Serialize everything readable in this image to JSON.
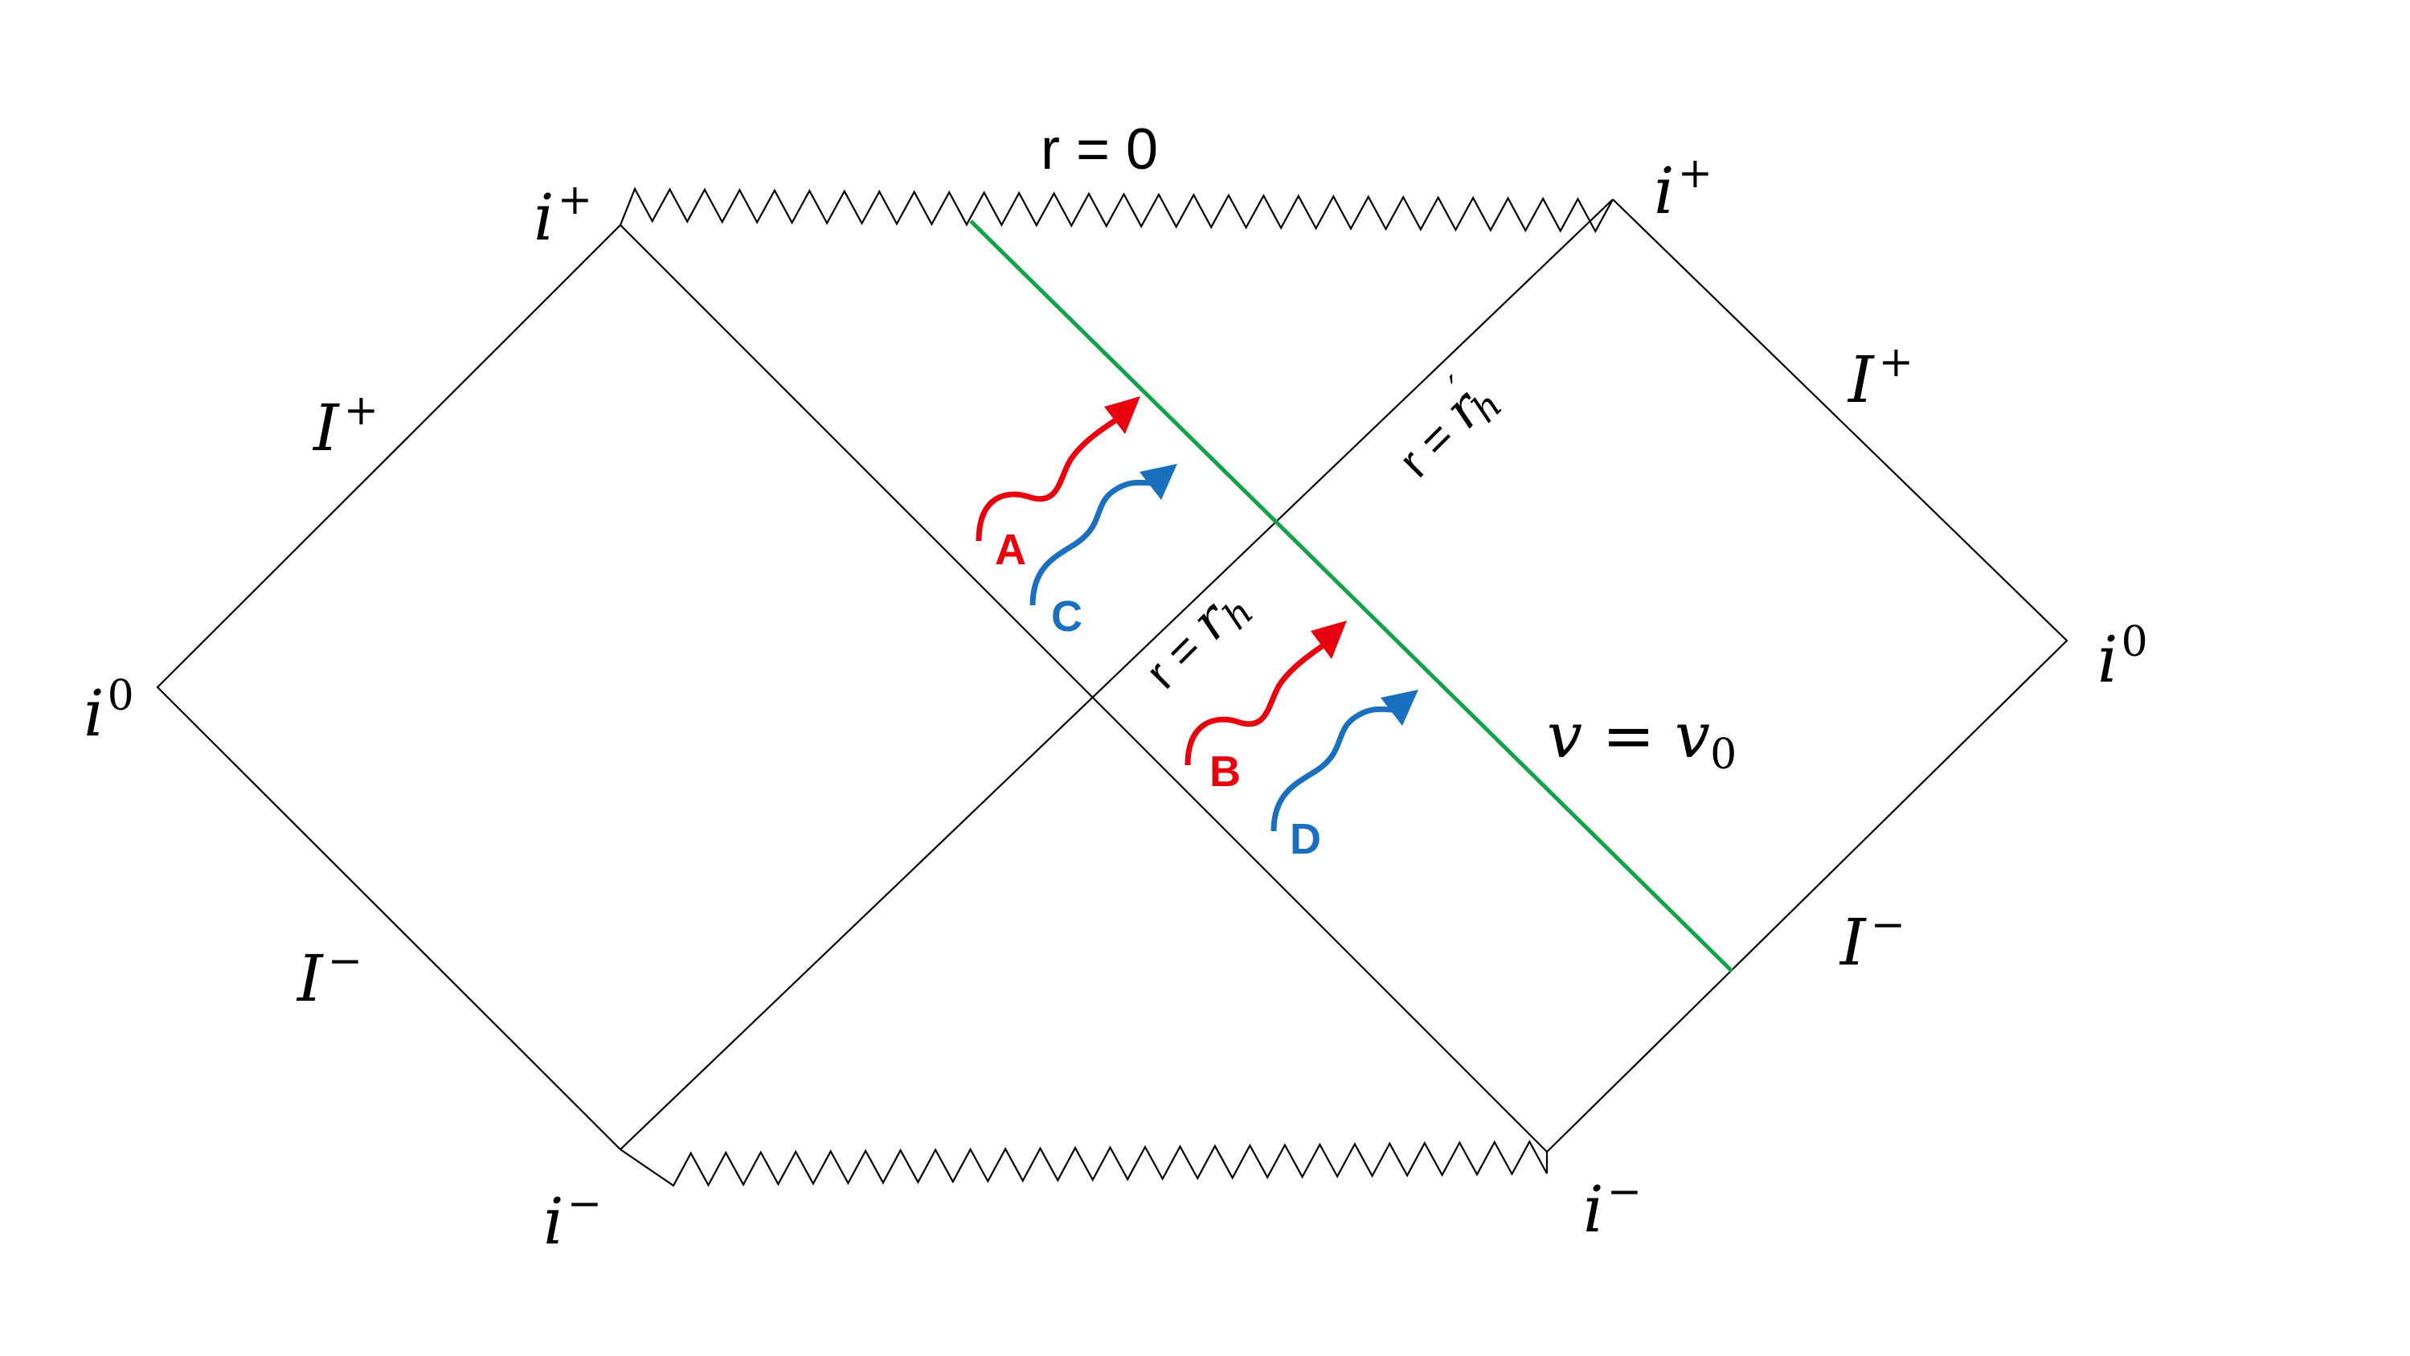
{
  "labels": {
    "r_zero": "r = 0",
    "i_plus_left": {
      "base": "i",
      "sup": "+"
    },
    "i_plus_right": {
      "base": "i",
      "sup": "+"
    },
    "i_minus_left": {
      "base": "i",
      "sup": "−"
    },
    "i_minus_right": {
      "base": "i",
      "sup": "−"
    },
    "i_zero_left": {
      "base": "i",
      "sup": "0"
    },
    "i_zero_right": {
      "base": "i",
      "sup": "0"
    },
    "scri_plus_left": {
      "base": "I",
      "sup": "+"
    },
    "scri_minus_left": {
      "base": "I",
      "sup": "−"
    },
    "scri_plus_right": {
      "base": "I",
      "sup": "+"
    },
    "scri_minus_right": {
      "base": "I",
      "sup": "−"
    },
    "r_h": {
      "prefix": "r = ",
      "var": "r",
      "sub": "h"
    },
    "r_h_prime": {
      "prefix": "r = ",
      "var": "r",
      "sub": "h",
      "prime": "′"
    },
    "v_v0": {
      "v": "v",
      "eq": " = ",
      "v0": "v",
      "sub": "0"
    }
  },
  "particles": [
    {
      "id": "A",
      "label": "A",
      "color": "#e8000e"
    },
    {
      "id": "B",
      "label": "B",
      "color": "#e8000e"
    },
    {
      "id": "C",
      "label": "C",
      "color": "#1a6fbf"
    },
    {
      "id": "D",
      "label": "D",
      "color": "#1a6fbf"
    }
  ],
  "colors": {
    "lines": "#000000",
    "shell": "#12a24a",
    "particle_red": "#e8000e",
    "particle_blue": "#1a6fbf"
  }
}
